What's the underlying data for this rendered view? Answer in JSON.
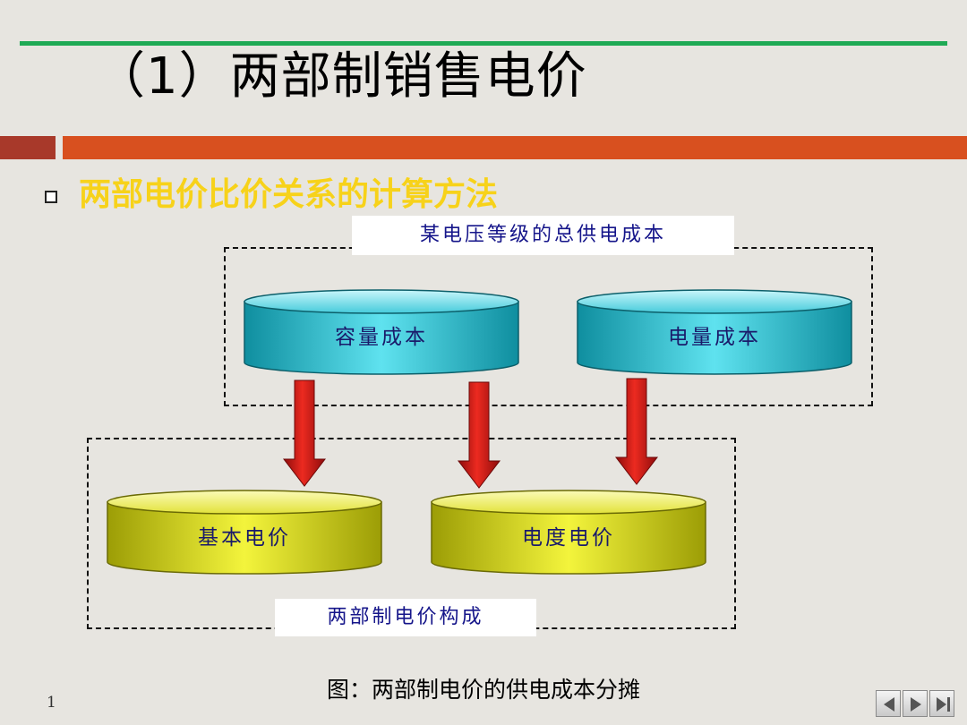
{
  "slide": {
    "title": "（1）两部制销售电价",
    "bullet": "两部电价比价关系的计算方法",
    "page_number": "1"
  },
  "diagram": {
    "top_group_label": "某电压等级的总供电成本",
    "bottom_group_label": "两部制电价构成",
    "nodes": [
      {
        "id": "capacity_cost",
        "label": "容量成本",
        "color": "#20b6c8"
      },
      {
        "id": "energy_cost",
        "label": "电量成本",
        "color": "#20b6c8"
      },
      {
        "id": "basic_price",
        "label": "基本电价",
        "color": "#c7c90e"
      },
      {
        "id": "energy_price",
        "label": "电度电价",
        "color": "#c7c90e"
      }
    ],
    "edges": [
      {
        "from": "capacity_cost",
        "to": "basic_price"
      },
      {
        "from": "capacity_cost",
        "to": "energy_price"
      },
      {
        "from": "energy_cost",
        "to": "energy_price"
      }
    ],
    "arrow_color": "#d41818",
    "caption": "图：两部制电价的供电成本分摊"
  },
  "colors": {
    "title_rule": "#1faa55",
    "band": "#d8501f",
    "bullet_text": "#f7d21a"
  },
  "nav": {
    "prev_icon": "triangle-left-icon",
    "next_icon": "triangle-right-icon",
    "last_icon": "skip-end-icon"
  }
}
